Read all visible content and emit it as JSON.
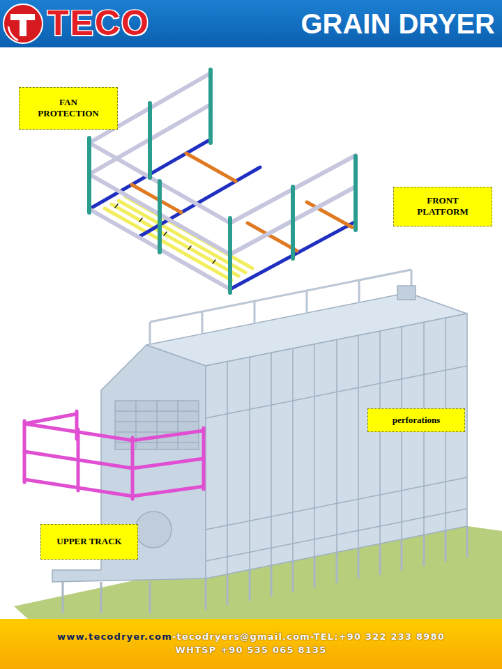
{
  "diagram": {
    "title": "GRAIN DRYER",
    "nodes": [
      {
        "text": [
          "FAN PROTECTION"
        ]
      },
      {
        "text": [
          "FRONT PLATFORM"
        ]
      },
      {
        "text": [
          "perforations"
        ]
      },
      {
        "text": [
          "UPPER TRACK"
        ]
      }
    ],
    "labels": [
      "TECO",
      "www.tecodryer.com",
      "-tecodryers@gmail.com-TEL:+90 322 233 8980",
      "WHTSP +90 535 065 8135"
    ]
  }
}
